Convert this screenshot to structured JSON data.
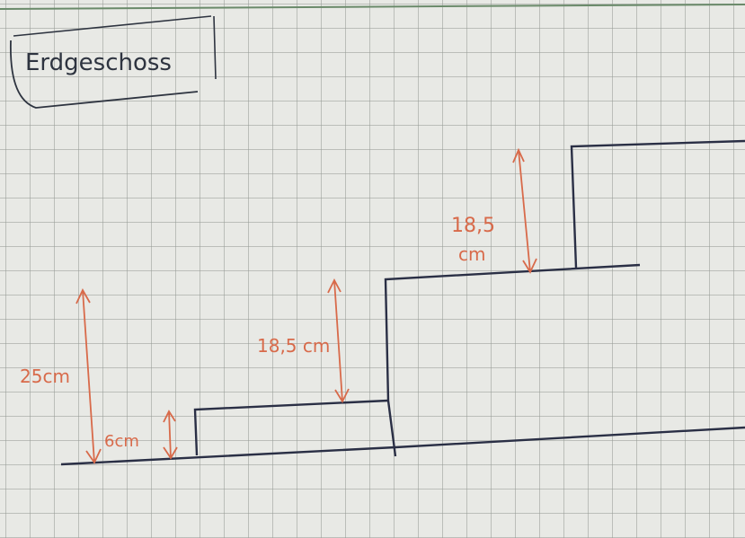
{
  "title": "Erdgeschoss",
  "labels": {
    "total_height": "25cm",
    "first_step": "6cm",
    "second_step": "18,5 cm",
    "third_step_value": "18,5",
    "third_step_unit": "cm"
  },
  "colors": {
    "ink": "#2a2f45",
    "annotation": "#d86a4a",
    "paper": "#e8e9e5"
  }
}
